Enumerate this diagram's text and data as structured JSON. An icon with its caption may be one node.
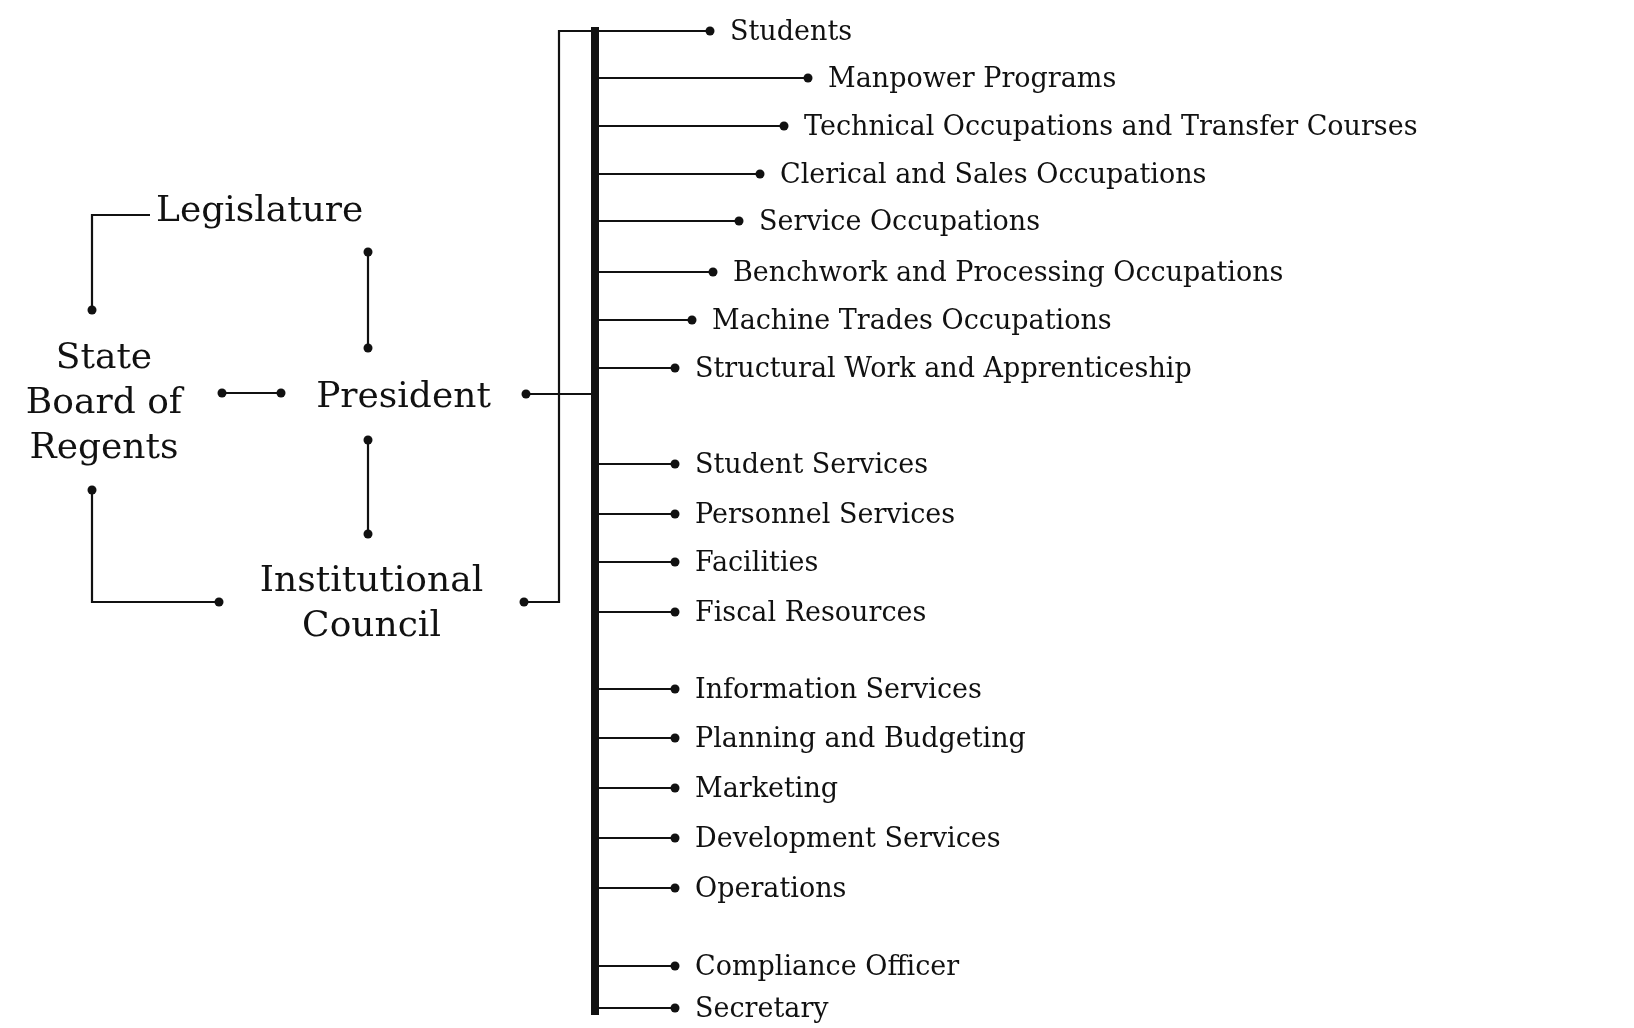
{
  "diagram": {
    "nodes": [
      {
        "text": [
          "Legislature"
        ]
      },
      {
        "text": [
          "State Board of Regents"
        ]
      },
      {
        "text": [
          "President"
        ]
      },
      {
        "text": [
          "Institutional Council"
        ]
      },
      {
        "text": [],
        "shape": "bar"
      },
      {
        "text": [
          "Students"
        ]
      },
      {
        "text": [
          "Manpower Programs"
        ]
      },
      {
        "text": [
          "Technical Occupations and Transfer Courses"
        ]
      },
      {
        "text": [
          "Clerical and Sales Occupations"
        ]
      },
      {
        "text": [
          "Service Occupations"
        ]
      },
      {
        "text": [
          "Benchwork and Processing Occupations"
        ]
      },
      {
        "text": [
          "Machine Trades Occupations"
        ]
      },
      {
        "text": [
          "Structural Work and Apprenticeship"
        ]
      },
      {
        "text": [
          "Student Services"
        ]
      },
      {
        "text": [
          "Personnel Services"
        ]
      },
      {
        "text": [
          "Facilities"
        ]
      },
      {
        "text": [
          "Fiscal Resources"
        ]
      },
      {
        "text": [
          "Information Services"
        ]
      },
      {
        "text": [
          "Planning and Budgeting"
        ]
      },
      {
        "text": [
          "Marketing"
        ]
      },
      {
        "text": [
          "Development Services"
        ]
      },
      {
        "text": [
          "Operations"
        ]
      },
      {
        "text": [
          "Compliance Officer"
        ]
      },
      {
        "text": [
          "Secretary"
        ]
      }
    ],
    "edges": [
      {
        "from": 0,
        "to": 1,
        "arrow": "other"
      },
      {
        "from": 0,
        "to": 2,
        "arrow": "other"
      },
      {
        "from": 1,
        "to": 2,
        "arrow": "other"
      },
      {
        "from": 2,
        "to": 3,
        "arrow": "other"
      },
      {
        "from": 1,
        "to": 3,
        "arrow": "other"
      },
      {
        "from": 4,
        "to": 2,
        "arrow": "other"
      },
      {
        "from": 4,
        "to": 3,
        "arrow": "other"
      },
      {
        "from": 4,
        "to": 5,
        "arrow": "other"
      },
      {
        "from": 4,
        "to": 6,
        "arrow": "other"
      },
      {
        "from": 4,
        "to": 7,
        "arrow": "other"
      },
      {
        "from": 4,
        "to": 8,
        "arrow": "other"
      },
      {
        "from": 4,
        "to": 9,
        "arrow": "other"
      },
      {
        "from": 4,
        "to": 10,
        "arrow": "other"
      },
      {
        "from": 4,
        "to": 11,
        "arrow": "other"
      },
      {
        "from": 4,
        "to": 12,
        "arrow": "other"
      },
      {
        "from": 4,
        "to": 13,
        "arrow": "other"
      },
      {
        "from": 4,
        "to": 14,
        "arrow": "other"
      },
      {
        "from": 4,
        "to": 15,
        "arrow": "other"
      },
      {
        "from": 4,
        "to": 16,
        "arrow": "other"
      },
      {
        "from": 4,
        "to": 17,
        "arrow": "other"
      },
      {
        "from": 4,
        "to": 18,
        "arrow": "other"
      },
      {
        "from": 4,
        "to": 19,
        "arrow": "other"
      },
      {
        "from": 4,
        "to": 20,
        "arrow": "other"
      },
      {
        "from": 4,
        "to": 21,
        "arrow": "other"
      },
      {
        "from": 4,
        "to": 22,
        "arrow": "other"
      },
      {
        "from": 4,
        "to": 23,
        "arrow": "other"
      }
    ]
  }
}
